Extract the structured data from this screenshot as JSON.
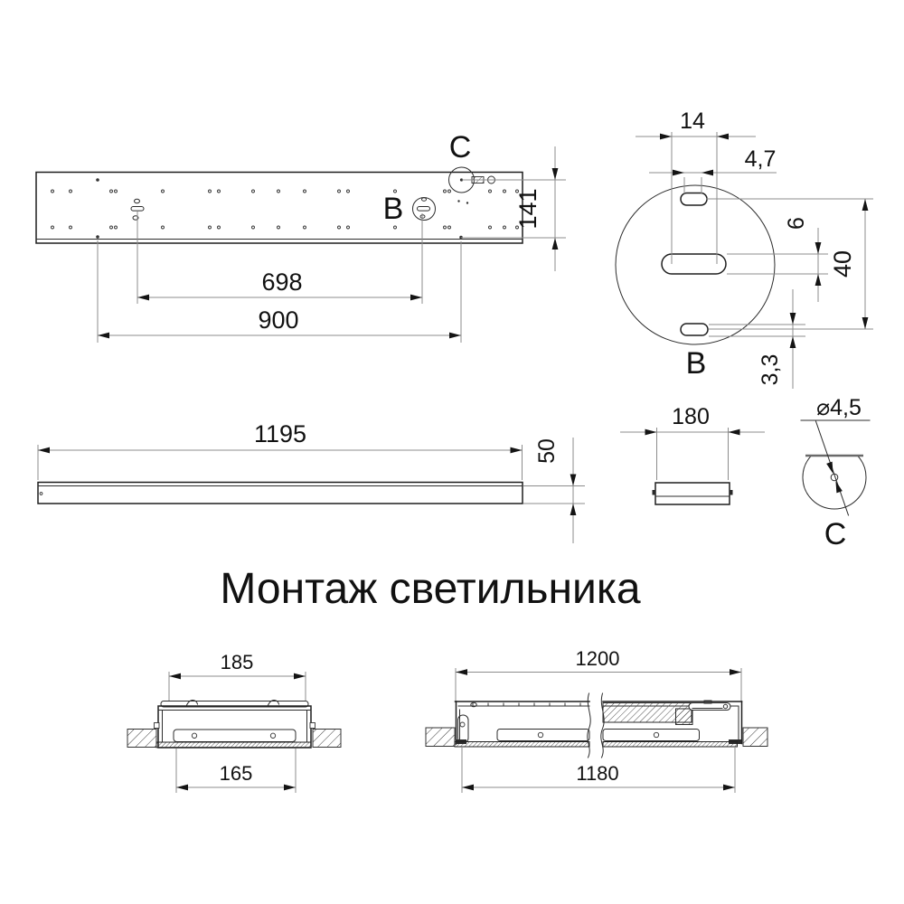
{
  "drawing": {
    "title": "Монтаж светильника",
    "plan_view": {
      "label_b": "B",
      "label_c": "C",
      "dim_slot_spacing": "698",
      "dim_suspension_spacing": "900",
      "dim_suspension_offset": "141"
    },
    "detail_b": {
      "label": "B",
      "dim_slot_pitch": "14",
      "dim_slot_neck": "4,7",
      "dim_mid_slot_height": "6",
      "dim_slot_distance": "40",
      "dim_bottom_slot_height": "3,3"
    },
    "side_view": {
      "dim_length": "1195",
      "dim_height": "50"
    },
    "end_view": {
      "dim_width": "180"
    },
    "detail_c": {
      "label": "C",
      "dim_diameter": "⌀4,5"
    },
    "mounting": {
      "cross_section": {
        "dim_width": "185",
        "dim_cutout": "165"
      },
      "long_section": {
        "dim_length": "1200",
        "dim_cutout": "1180"
      }
    }
  }
}
